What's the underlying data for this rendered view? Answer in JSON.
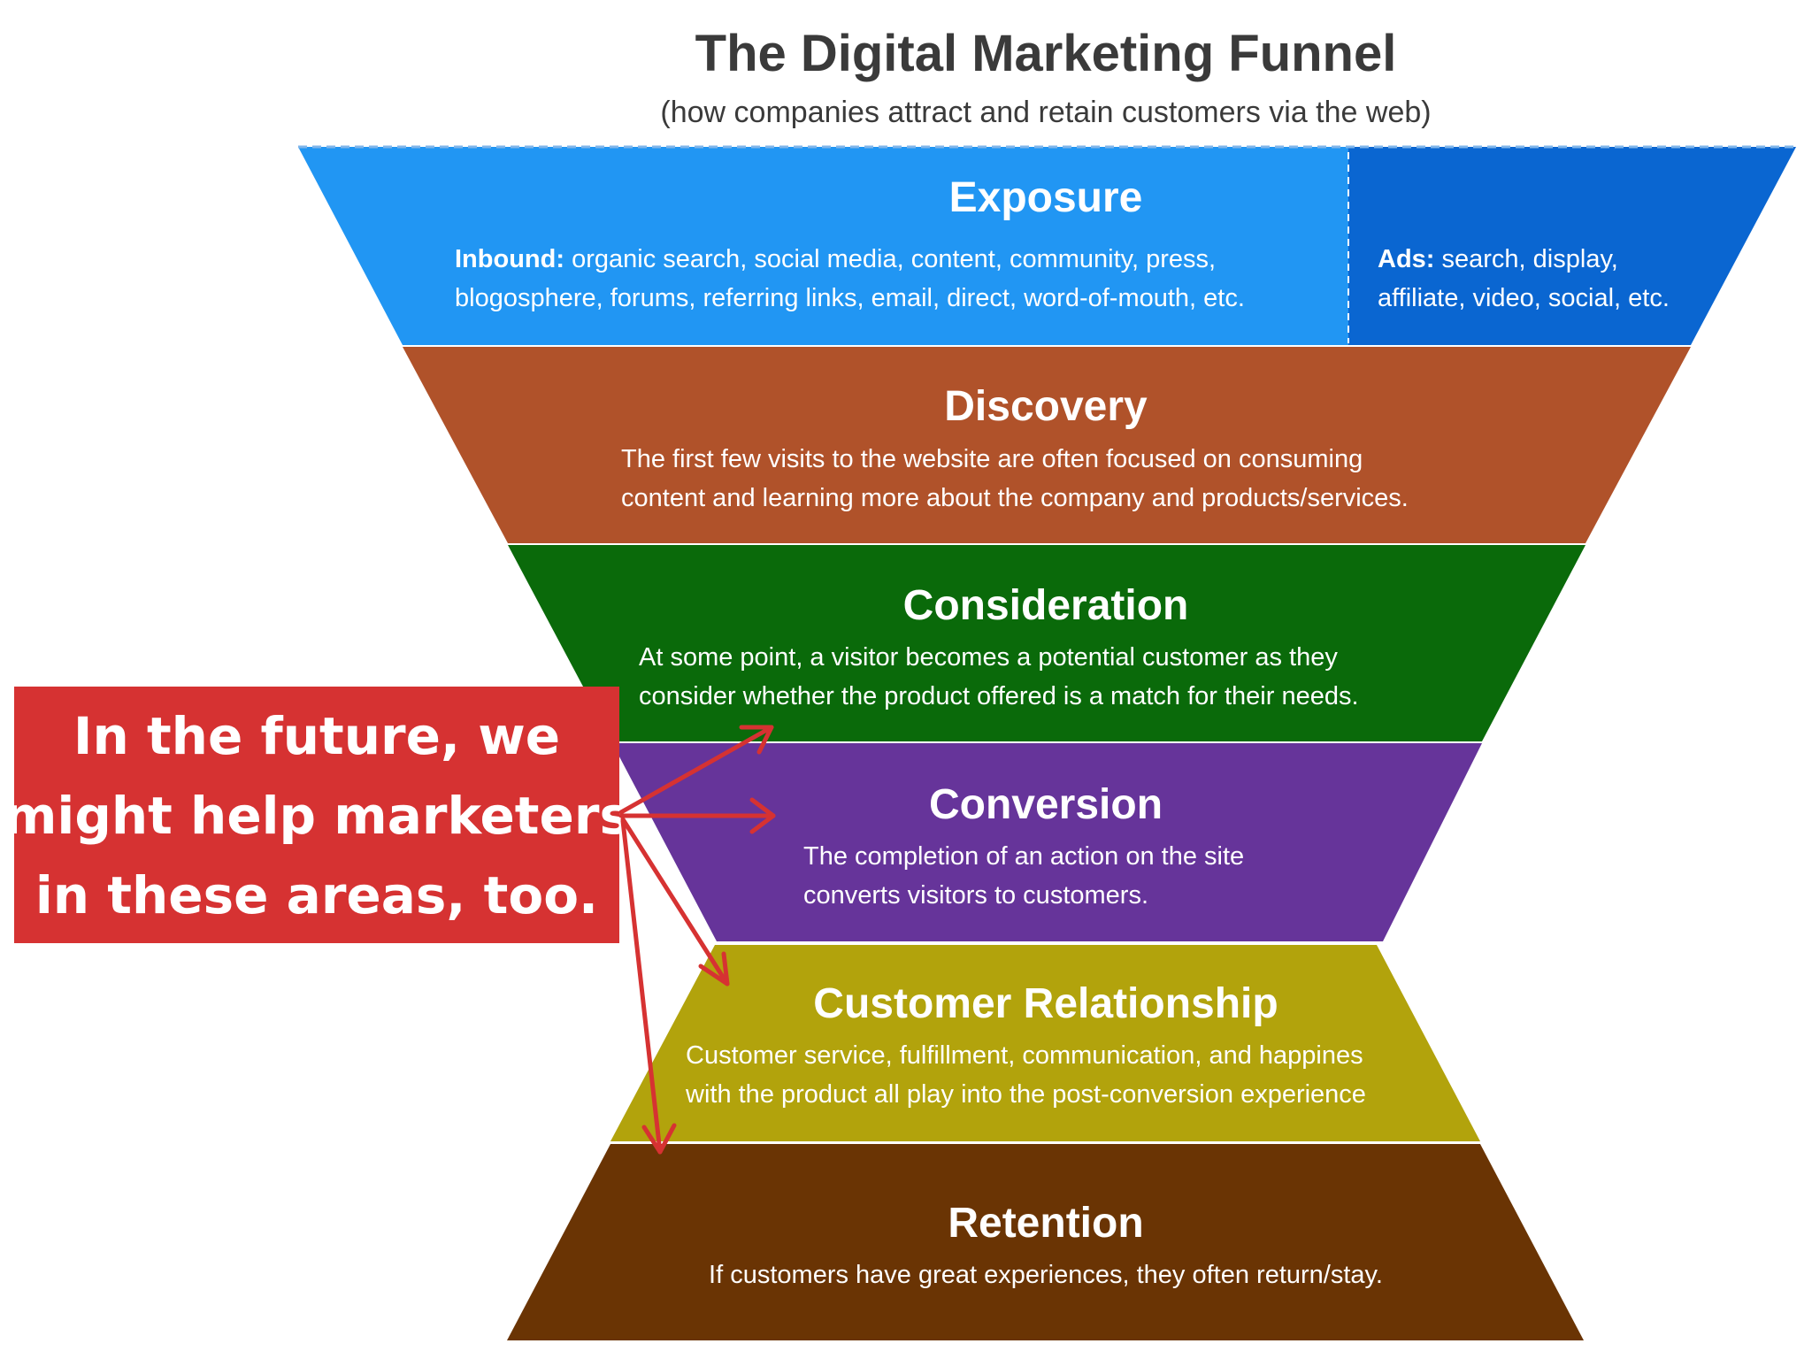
{
  "title": "The Digital Marketing Funnel",
  "subtitle": "(how companies attract and retain customers via the web)",
  "stages": [
    {
      "name": "Exposure",
      "color": "#2196f3",
      "inbound": {
        "lead": "Inbound:",
        "line1": "organic search, social media, content, community, press,",
        "line2": "blogosphere, forums, referring links, email, direct, word-of-mouth, etc."
      },
      "ads": {
        "color": "#0a66d1",
        "lead": "Ads:",
        "line1": "search, display,",
        "line2": "affiliate, video, social, etc."
      }
    },
    {
      "name": "Discovery",
      "color": "#b0522a",
      "line1": "The first few visits to the website are often focused on consuming",
      "line2": "content and learning more about the company and products/services."
    },
    {
      "name": "Consideration",
      "color": "#0a6a0a",
      "line1": "At some point, a visitor becomes a potential customer as they",
      "line2": "consider whether the product offered is a match for their needs."
    },
    {
      "name": "Conversion",
      "color": "#66349a",
      "line1": "The completion of an action on the site",
      "line2": "converts visitors to customers."
    },
    {
      "name": "Customer Relationship",
      "color": "#b2a30c",
      "line1": "Customer service, fulfillment, communication, and happines",
      "line2": "with the product all play into the post-conversion experience"
    },
    {
      "name": "Retention",
      "color": "#6a3404",
      "line1": "If customers have great experiences, they often return/stay."
    }
  ],
  "callout": {
    "color": "#d63232",
    "line1": "In the future, we",
    "line2": "might help marketers",
    "line3": "in these areas, too."
  }
}
